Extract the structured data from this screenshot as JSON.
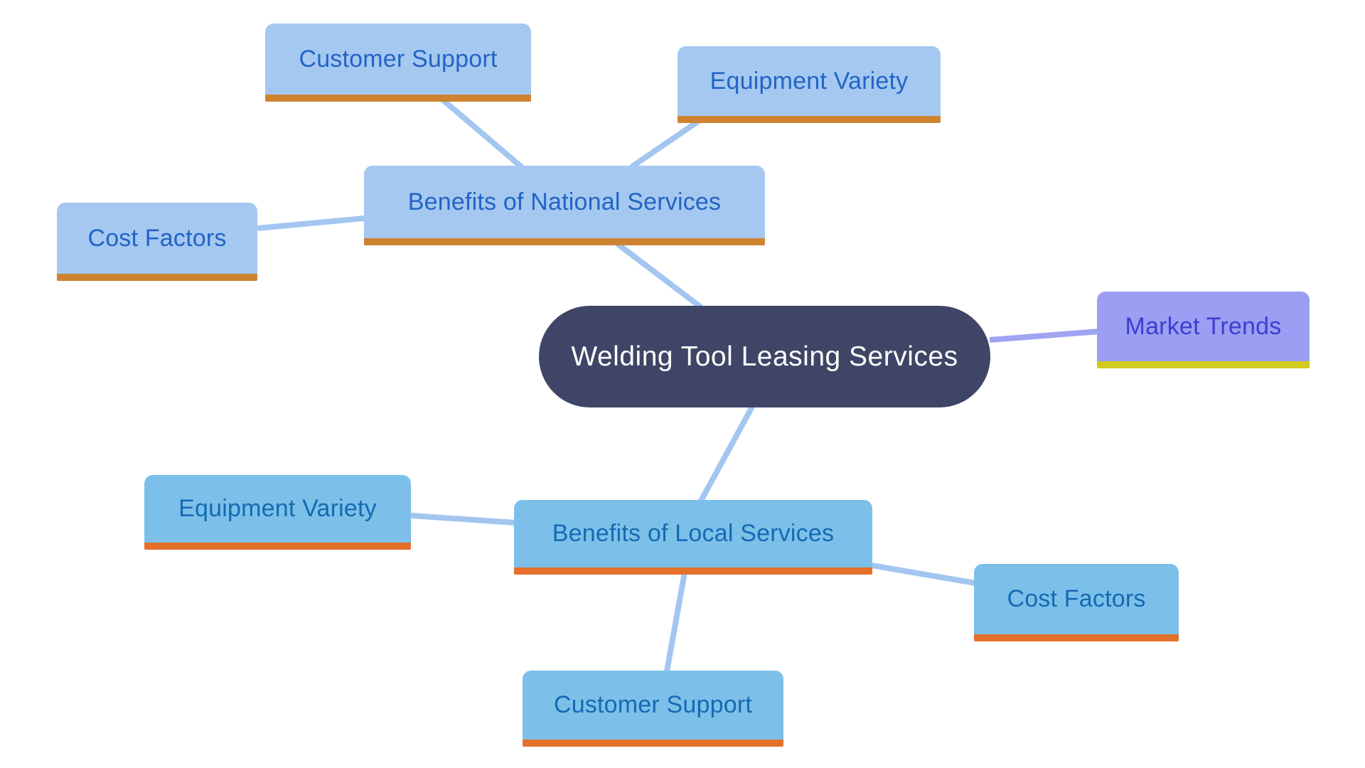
{
  "diagram": {
    "type": "mindmap",
    "title": "Welding Tool Leasing Services",
    "root": {
      "label": "Welding Tool Leasing Services"
    },
    "branches": [
      {
        "label": "Benefits of National Services",
        "children": [
          "Customer Support",
          "Equipment Variety",
          "Cost Factors"
        ]
      },
      {
        "label": "Market Trends",
        "children": []
      },
      {
        "label": "Benefits of Local Services",
        "children": [
          "Equipment Variety",
          "Cost Factors",
          "Customer Support"
        ]
      }
    ],
    "colors": {
      "background": "#ffffff",
      "central_fill": "#3f4566",
      "central_text": "#ffffff",
      "national_fill": "#a5c8f1",
      "national_text": "#2264c6",
      "national_underline": "#ce8330",
      "local_fill": "#7cc0ea",
      "local_text": "#156ab2",
      "local_underline": "#e4702b",
      "market_fill": "#9b9ef2",
      "market_text": "#3b3fd1",
      "market_underline": "#d2ca1e",
      "edge_blue": "#a3c6f0",
      "edge_lavender": "#9fa5f1"
    }
  }
}
